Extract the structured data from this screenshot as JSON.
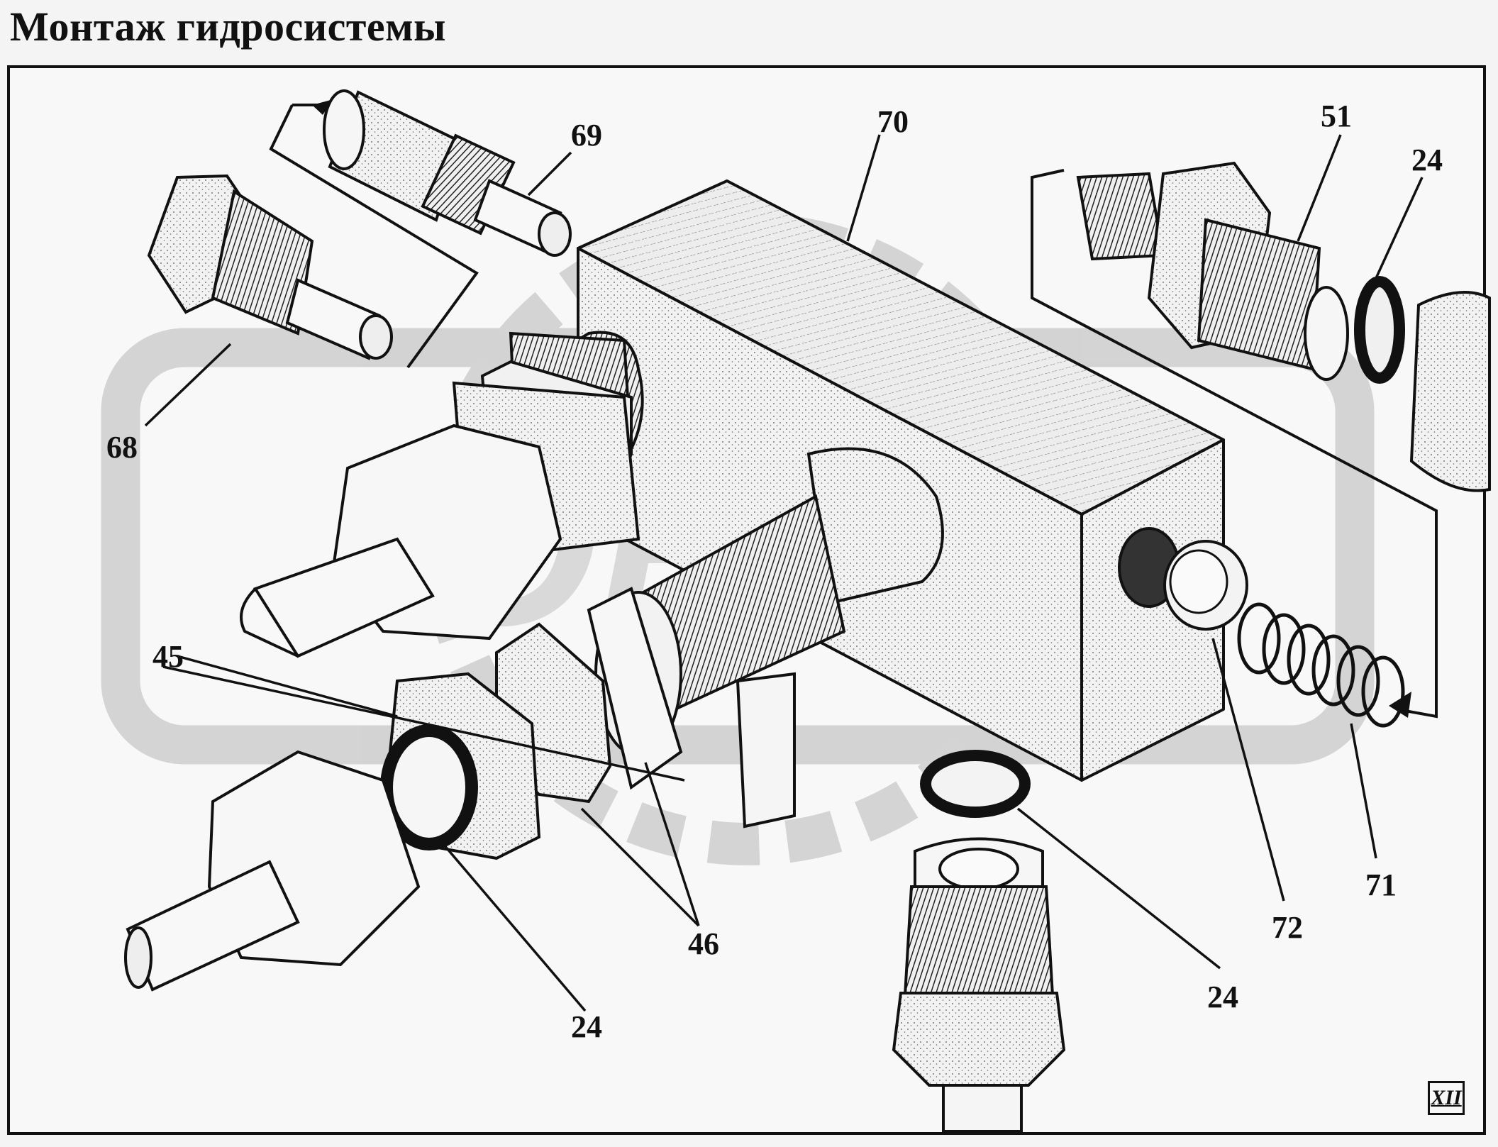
{
  "title": "Монтаж гидросистемы",
  "sheet_label": "XII",
  "watermark": "OREX",
  "callouts": {
    "c69": "69",
    "c70": "70",
    "c51": "51",
    "c24a": "24",
    "c68": "68",
    "c45": "45",
    "c46": "46",
    "c24b": "24",
    "c24c": "24",
    "c72": "72",
    "c71": "71"
  }
}
